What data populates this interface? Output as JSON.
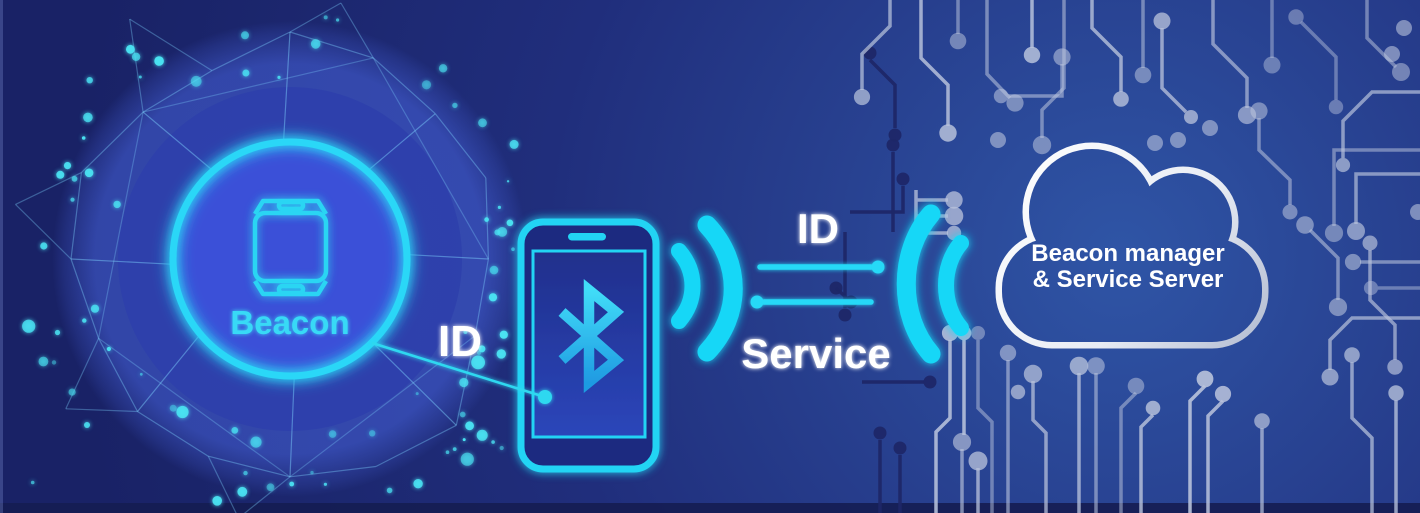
{
  "diagram": {
    "beacon": {
      "label": "Beacon"
    },
    "phone_link": {
      "label": "ID"
    },
    "uplink": {
      "label": "ID"
    },
    "downlink": {
      "label": "Service"
    },
    "cloud": {
      "line1": "Beacon manager",
      "line2": "& Service Server"
    }
  },
  "icons": {
    "beacon-device-icon": "outlined wearable beacon tag inside glowing circle",
    "smartphone-icon": "outlined phone with speaker slot",
    "bluetooth-icon": "bluetooth rune glyph",
    "signal-waves-out-icon": "double arc radio waves ))",
    "signal-waves-in-icon": "double arc radio waves ((",
    "cloud-icon": "outlined cloud server",
    "circuit-pattern": "pcb traces with pad dots",
    "network-mesh": "triangulated mesh ring",
    "particle-dots": "glowing scattered dots"
  },
  "colors": {
    "background_center": "#2e55a8",
    "background_edge": "#192266",
    "accent_cyan": "#25d7f6",
    "beacon_text": "#38d9f6",
    "disc_blue": "#3b50d8",
    "circuit_silver": "#b9c3dc",
    "circuit_dark": "#1d2768",
    "text_white": "#ffffff"
  }
}
